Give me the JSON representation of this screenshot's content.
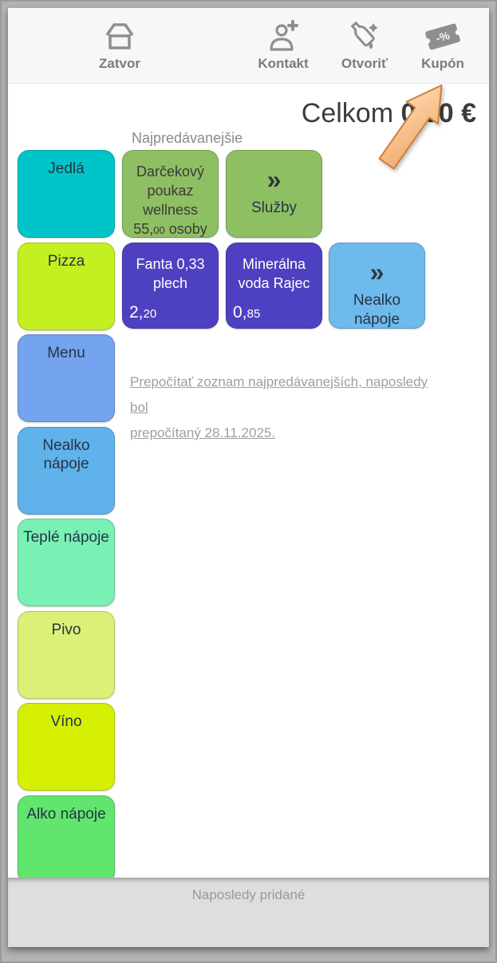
{
  "toolbar": {
    "menu_icon": "hamburger",
    "items": [
      {
        "label": "Zatvor",
        "icon": "home-icon"
      },
      {
        "label": "Kontakt",
        "icon": "person-add-icon"
      },
      {
        "label": "Otvoriť",
        "icon": "bottle-icon"
      },
      {
        "label": "Kupón",
        "icon": "coupon-icon"
      }
    ]
  },
  "total": {
    "label": "Celkom",
    "amount": "0,00 €"
  },
  "bestsellers": {
    "title": "Najpredávanejšie",
    "row1": [
      {
        "name": "Darčekový poukaz wellness",
        "price": {
          "main": "55,",
          "dec": "00",
          "suffix": " osoby"
        },
        "color": "#8fbf63"
      },
      {
        "chevron": "»",
        "name": "Služby",
        "color": "#8fbf63"
      }
    ],
    "row2": [
      {
        "name": "Fanta 0,33 plech",
        "price": {
          "main": "2,",
          "dec": "20"
        },
        "color": "#4e41c1"
      },
      {
        "name": "Minerálna voda Rajec",
        "price": {
          "main": "0,",
          "dec": "85"
        },
        "color": "#4e41c1"
      },
      {
        "chevron": "»",
        "name": "Nealko nápoje",
        "color": "#6fbaec"
      }
    ]
  },
  "recalc_link": {
    "line1": "Prepočítať zoznam najpredávanejších, naposledy bol",
    "line2": "prepočítaný 28.11.2025."
  },
  "categories": [
    {
      "label": "Jedlá",
      "color": "#00c5c8"
    },
    {
      "label": "Pizza",
      "color": "#c4f021"
    },
    {
      "label": "Menu",
      "color": "#74a4ef"
    },
    {
      "label": "Nealko nápoje",
      "color": "#5fb2ea"
    },
    {
      "label": "Teplé nápoje",
      "color": "#79f0b4"
    },
    {
      "label": "Pivo",
      "color": "#dcf077"
    },
    {
      "label": "Víno",
      "color": "#d5f002"
    },
    {
      "label": "Alko nápoje",
      "color": "#62e56e"
    }
  ],
  "bottom_bar": {
    "label": "Naposledy pridané"
  },
  "annotation": {
    "shape": "arrow",
    "points_to": "Kupón",
    "fill": "#f9cb97",
    "stroke": "#cf7e3e"
  }
}
